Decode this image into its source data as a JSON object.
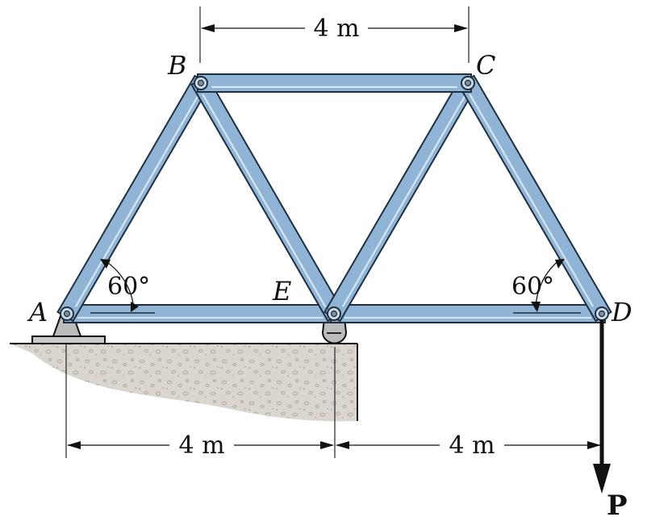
{
  "figure": {
    "joints": {
      "A": "A",
      "B": "B",
      "C": "C",
      "D": "D",
      "E": "E"
    },
    "dimensions": {
      "top_span": "4 m",
      "bottom_left_span": "4 m",
      "bottom_right_span": "4 m"
    },
    "angles": {
      "left": "60°",
      "right": "60°"
    },
    "load": {
      "label": "P"
    },
    "colors": {
      "member_fill": "#8fb4d6",
      "member_stroke": "#1f2f3f",
      "member_highlight": "#d7e7f5",
      "ground": "#d8d5ce",
      "support": "#bcbcbc"
    }
  }
}
